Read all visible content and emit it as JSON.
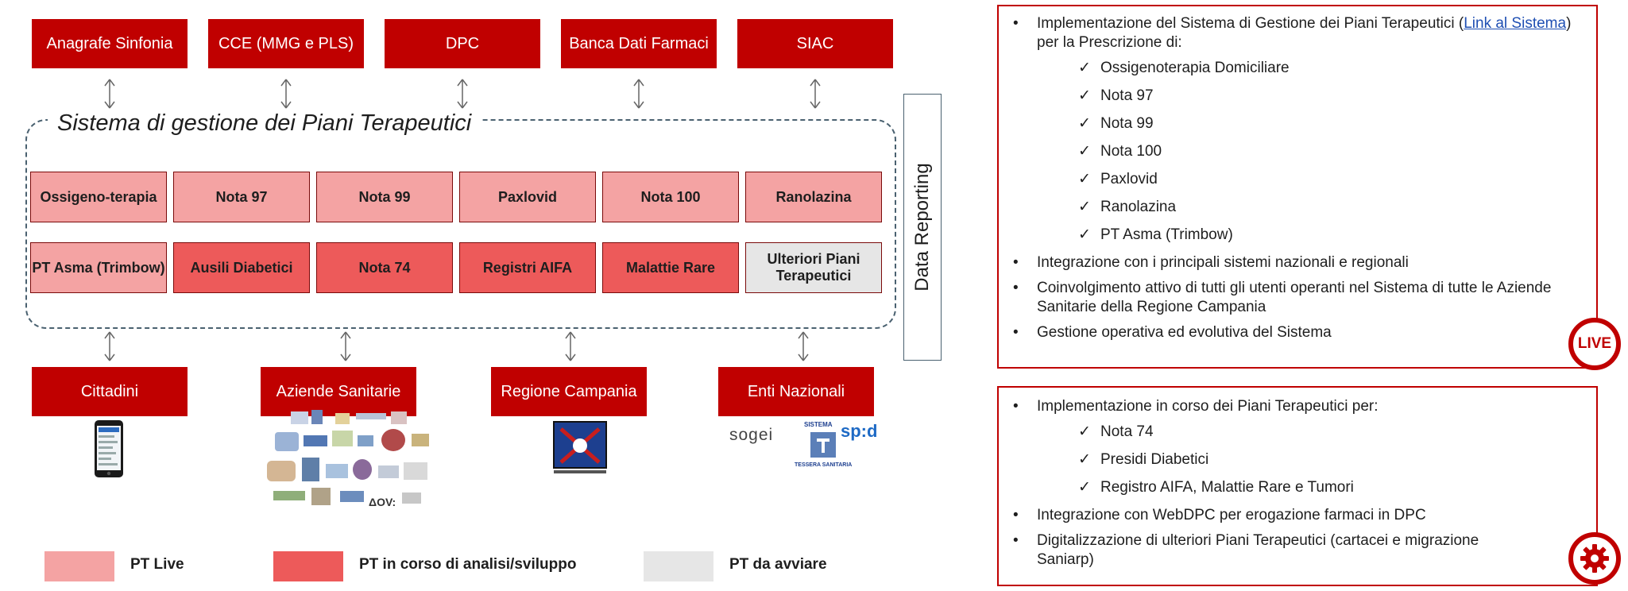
{
  "sources": [
    "Anagrafe Sinfonia",
    "CCE (MMG e PLS)",
    "DPC",
    "Banca Dati Farmaci",
    "SIAC"
  ],
  "system_title": "Sistema di gestione dei Piani Terapeutici",
  "data_reporting": "Data Reporting",
  "pt_row1": [
    "Ossigeno-terapia",
    "Nota 97",
    "Nota 99",
    "Paxlovid",
    "Nota 100",
    "Ranolazina"
  ],
  "pt_row2": [
    "PT Asma (Trimbow)",
    "Ausili Diabetici",
    "Nota 74",
    "Registri AIFA",
    "Malattie Rare",
    "Ulteriori Piani Terapeutici"
  ],
  "consumers": [
    "Cittadini",
    "Aziende Sanitarie",
    "Regione Campania",
    "Enti Nazionali"
  ],
  "logos": {
    "sogei": "sogei",
    "spid": "sp:d",
    "ts_top": "SISTEMA",
    "ts_bottom": "TESSERA SANITARIA",
    "aov": "ΔOV:"
  },
  "legend": [
    "PT Live",
    "PT in corso di analisi/sviluppo",
    "PT da avviare"
  ],
  "colors": {
    "brand": "#c00000",
    "pt_live": "#f4a3a3",
    "pt_dev": "#ed5a5a",
    "pt_todo": "#e6e6e6",
    "link": "#1f4fb3"
  },
  "panel_live": {
    "item1_pre": "Implementazione del Sistema di Gestione dei Piani Terapeutici (",
    "item1_link": "Link al Sistema",
    "item1_post": ") per la Prescrizione di:",
    "subitems": [
      "Ossigenoterapia Domiciliare",
      "Nota 97",
      "Nota 99",
      "Nota 100",
      "Paxlovid",
      "Ranolazina",
      "PT Asma (Trimbow)"
    ],
    "items": [
      "Integrazione con i principali sistemi nazionali e regionali",
      "Coinvolgimento attivo di tutti gli utenti operanti nel Sistema di tutte le Aziende Sanitarie della Regione Campania",
      "Gestione operativa ed evolutiva del Sistema"
    ],
    "badge": "LIVE"
  },
  "panel_wip": {
    "item1": "Implementazione in corso dei Piani Terapeutici per:",
    "subitems": [
      "Nota 74",
      "Presidi Diabetici",
      "Registro AIFA, Malattie Rare e Tumori"
    ],
    "items": [
      "Integrazione con WebDPC per erogazione farmaci in DPC",
      "Digitalizzazione di ulteriori Piani Terapeutici (cartacei e migrazione Saniarp)"
    ],
    "badge_icon": "gear-icon"
  }
}
